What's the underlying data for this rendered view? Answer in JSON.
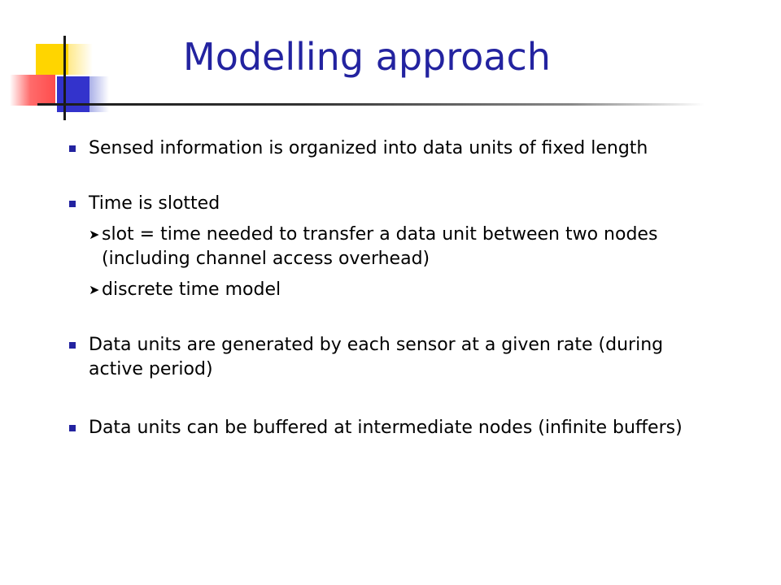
{
  "slide": {
    "title": "Modelling approach",
    "bullets": [
      {
        "text": "Sensed information is organized into data units of fixed length",
        "subs": []
      },
      {
        "text": "Time is slotted",
        "subs": [
          "slot = time needed to transfer a data unit between two nodes (including channel access overhead)",
          "discrete time model"
        ]
      },
      {
        "text": "Data units are generated by each sensor at a given rate (during active period)",
        "subs": []
      },
      {
        "text": "Data units can be buffered at intermediate nodes (infinite buffers)",
        "subs": []
      }
    ]
  },
  "colors": {
    "title": "#2323a0",
    "bullet_marker": "#2323a0",
    "logo_yellow": "#ffd500",
    "logo_red": "#ff4d4d",
    "logo_blue": "#3333cc"
  },
  "icons": {
    "bullet_marker": "square-bullet-icon",
    "sub_marker": "arrow-bullet-icon"
  }
}
